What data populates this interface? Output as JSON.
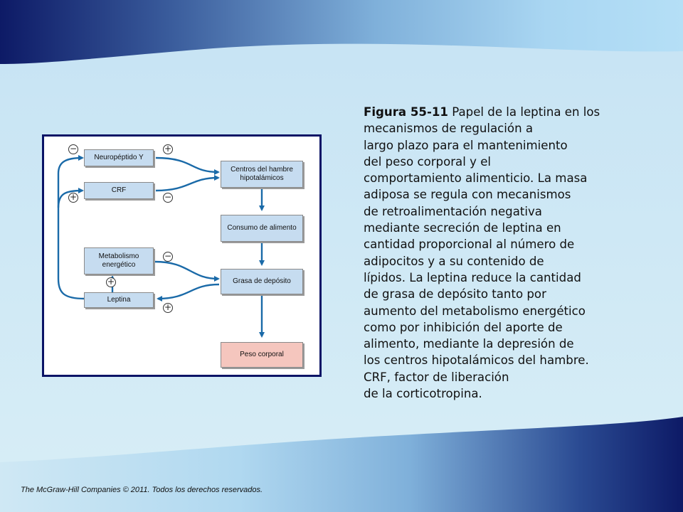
{
  "caption": {
    "figure_label": "Figura 55-11",
    "lines": [
      " Papel de la leptina en los",
      "mecanismos de regulación a",
      "largo plazo para el mantenimiento",
      "del peso corporal y el",
      "comportamiento alimenticio. La masa",
      "adiposa se regula con mecanismos",
      "de retroalimentación negativa",
      "mediante secreción de leptina en",
      "cantidad proporcional al número de",
      "adipocitos y a su contenido de",
      "lípidos. La leptina reduce la cantidad",
      "de grasa de depósito tanto por",
      "aumento del metabolismo energético",
      "como por inhibición del aporte de",
      "alimento, mediante la depresión de",
      "los centros hipotalámicos del hambre.",
      "CRF, factor de liberación",
      "de la corticotropina."
    ]
  },
  "diagram": {
    "boxes": {
      "neuropeptido": "Neuropéptido Y",
      "crf": "CRF",
      "metabolismo_1": "Metabolismo",
      "metabolismo_2": "energético",
      "leptina": "Leptina",
      "centros_1": "Centros del hambre",
      "centros_2": "hipotalámicos",
      "consumo": "Consumo de alimento",
      "grasa": "Grasa de depósito",
      "peso": "Peso corporal"
    },
    "signs": {
      "minus": "−",
      "plus": "+"
    },
    "colors": {
      "arrow": "#1a6aa8",
      "box_blue": "#c6dcf0",
      "box_pink": "#f5c6be",
      "frame": "#0a1466"
    }
  },
  "footer": {
    "copyright": "The McGraw-Hill  Companies © 2011. Todos los derechos reservados."
  }
}
